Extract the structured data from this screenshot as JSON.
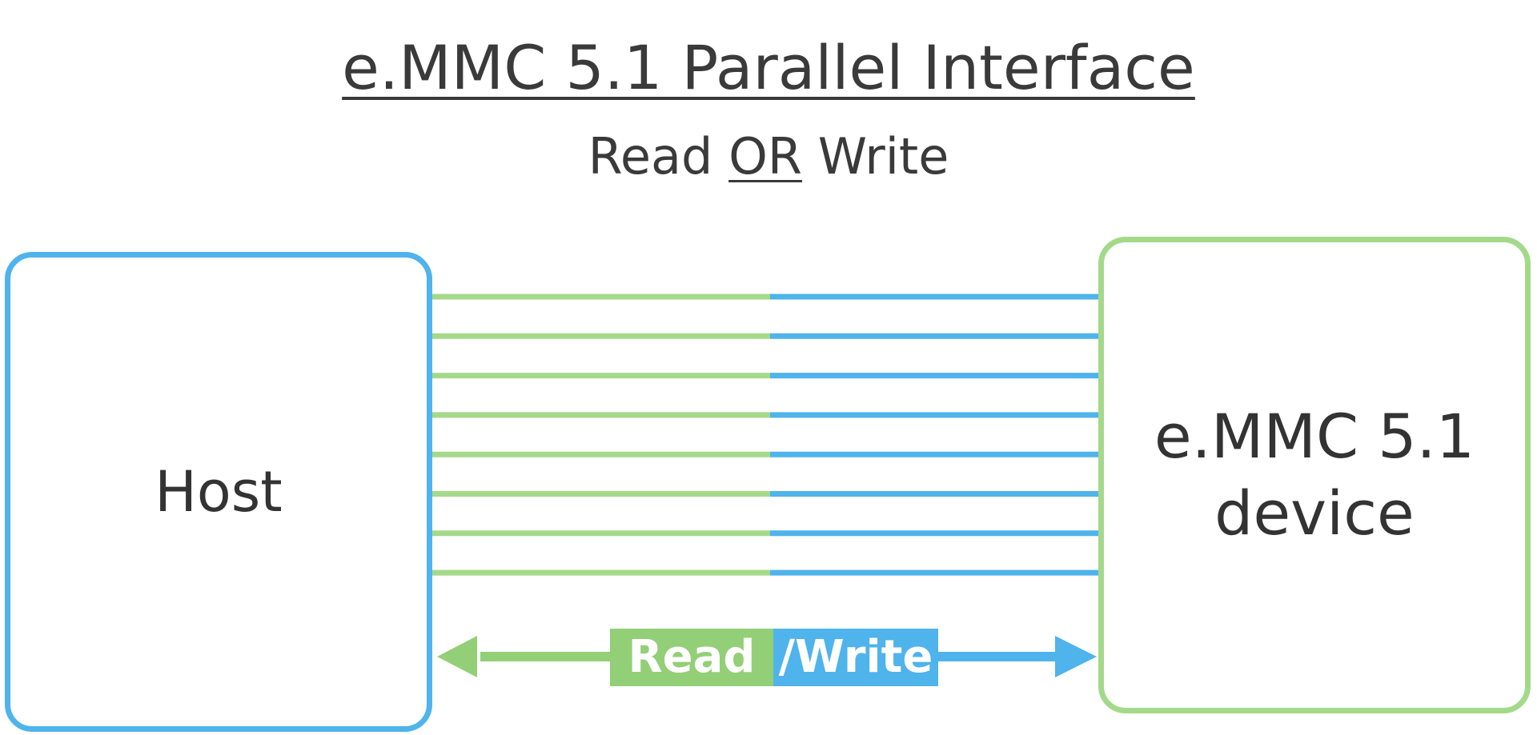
{
  "title": "e.MMC 5.1 Parallel  Interface",
  "subtitle": {
    "before": "Read ",
    "emphasis": "OR",
    "after": " Write"
  },
  "host": {
    "label": "Host"
  },
  "device": {
    "line1": "e.MMC 5.1",
    "line2": "device"
  },
  "direction": {
    "read": "Read",
    "write": "/Write"
  },
  "bus": {
    "line_count": 8,
    "colors": {
      "host_side": "#a4d98a",
      "device_side": "#4fb3ec"
    }
  },
  "colors": {
    "host_border": "#4fb3ec",
    "device_border": "#a4d98a",
    "read_fill": "#93cf77",
    "write_fill": "#4fb3ec",
    "text": "#3a3a3a"
  }
}
